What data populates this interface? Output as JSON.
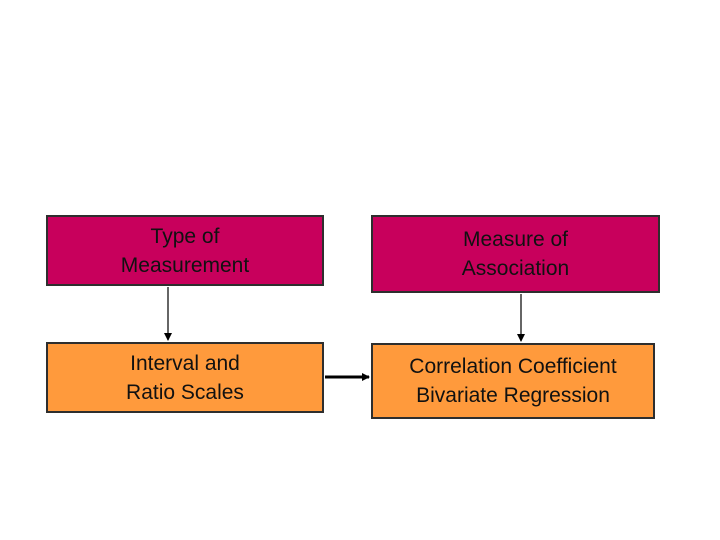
{
  "boxes": {
    "type_of_measurement": {
      "line1": "Type of",
      "line2": "Measurement"
    },
    "measure_of_association": {
      "line1": "Measure of",
      "line2": "Association"
    },
    "interval_ratio_scales": {
      "line1": "Interval and",
      "line2": "Ratio Scales"
    },
    "correlation_regression": {
      "line1": "Correlation Coefficient",
      "line2": "Bivariate Regression"
    }
  },
  "colors": {
    "header_fill": "#c8005c",
    "content_fill": "#ff9a3c",
    "border": "#2e2e2e",
    "arrow": "#000000"
  }
}
